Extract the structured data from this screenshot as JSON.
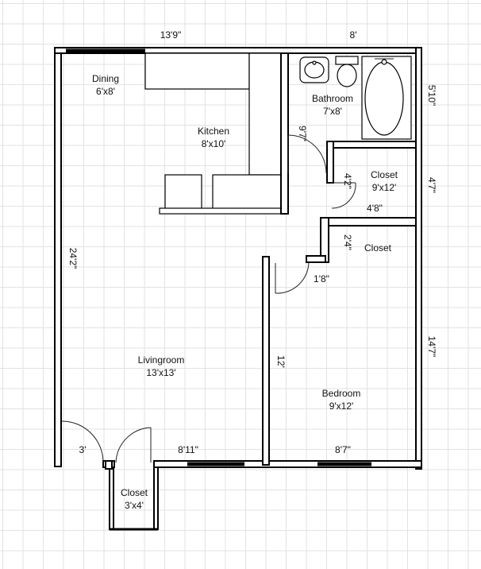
{
  "rooms": {
    "dining": {
      "name": "Dining",
      "size": "6'x8'"
    },
    "kitchen": {
      "name": "Kitchen",
      "size": "8'x10'"
    },
    "bathroom": {
      "name": "Bathroom",
      "size": "7'x8'"
    },
    "closet_top": {
      "name": "Closet",
      "size": "9'x12'"
    },
    "closet_mid": {
      "name": "Closet"
    },
    "living": {
      "name": "Livingroom",
      "size": "13'x13'"
    },
    "bedroom": {
      "name": "Bedroom",
      "size": "9'x12'"
    },
    "closet_bottom": {
      "name": "Closet",
      "size": "3'x4'"
    }
  },
  "dimensions": {
    "top_left": "13'9\"",
    "top_right": "8'",
    "right_bath": "5'10\"",
    "right_closet": "4'7\"",
    "right_bedroom": "14'7\"",
    "left_total": "24'2\"",
    "bath_door": "9'7\"",
    "closet_left": "4'2\"",
    "closet_bottom": "4'8\"",
    "mid_closet_left": "2'4\"",
    "mid_door": "1'8\"",
    "bedroom_wall": "12'",
    "entry_door": "3'",
    "bottom_living": "8'11\"",
    "bottom_bedroom": "8'7\""
  }
}
